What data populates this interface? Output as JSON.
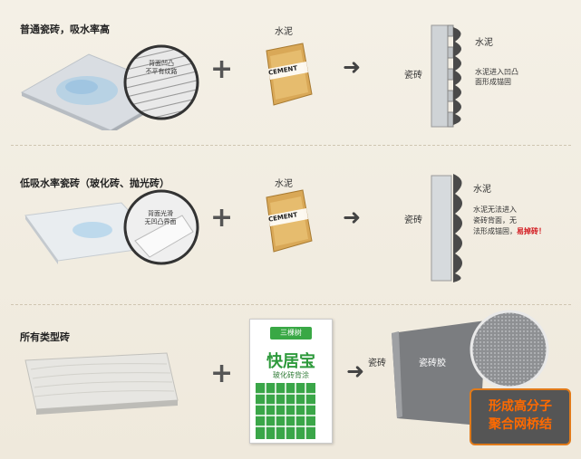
{
  "row1": {
    "title": "普通瓷砖，吸水率高",
    "tile_note": [
      "背面凹凸",
      "不平有纹路"
    ],
    "cement": "水泥",
    "bag_text": "CEMENT",
    "tile_label": "瓷砖",
    "cement_label": "水泥",
    "desc": [
      "水泥进入凹凸",
      "面形成锚固"
    ]
  },
  "row2": {
    "title": "低吸水率瓷砖（玻化砖、抛光砖）",
    "tile_note": [
      "背面光滑",
      "无凹凸界面"
    ],
    "cement": "水泥",
    "bag_text": "CEMENT",
    "tile_label": "瓷砖",
    "cement_label": "水泥",
    "desc": [
      "水泥无法进入",
      "瓷砖背面，无",
      "法形成锚固，"
    ],
    "warning": "易掉砖！"
  },
  "row3": {
    "title": "所有类型砖",
    "product_brand": "三棵树",
    "product_name": "快居宝",
    "product_sub": "玻化砖背涂",
    "tile_label": "瓷砖",
    "glue_label": "瓷砖胶",
    "badge": [
      "形成高分子",
      "聚合网桥结"
    ]
  },
  "symbols": {
    "plus": "+",
    "arrow": "➜"
  }
}
